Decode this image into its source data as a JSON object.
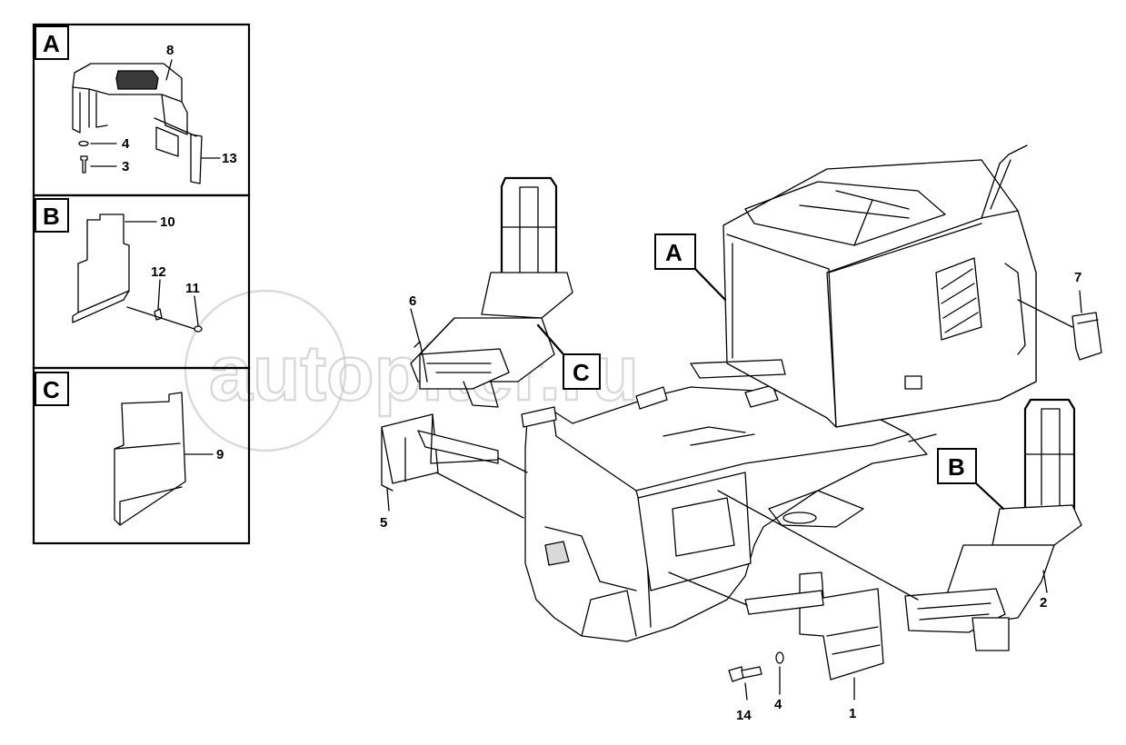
{
  "watermark": "autopiter.ru",
  "detail_panels": [
    {
      "letter": "A",
      "parts": [
        "8",
        "4",
        "3",
        "13"
      ]
    },
    {
      "letter": "B",
      "parts": [
        "10",
        "12",
        "11"
      ]
    },
    {
      "letter": "C",
      "parts": [
        "9"
      ]
    }
  ],
  "main_callouts": [
    "A",
    "B",
    "C"
  ],
  "part_numbers": [
    "1",
    "2",
    "4",
    "5",
    "6",
    "7",
    "14"
  ]
}
